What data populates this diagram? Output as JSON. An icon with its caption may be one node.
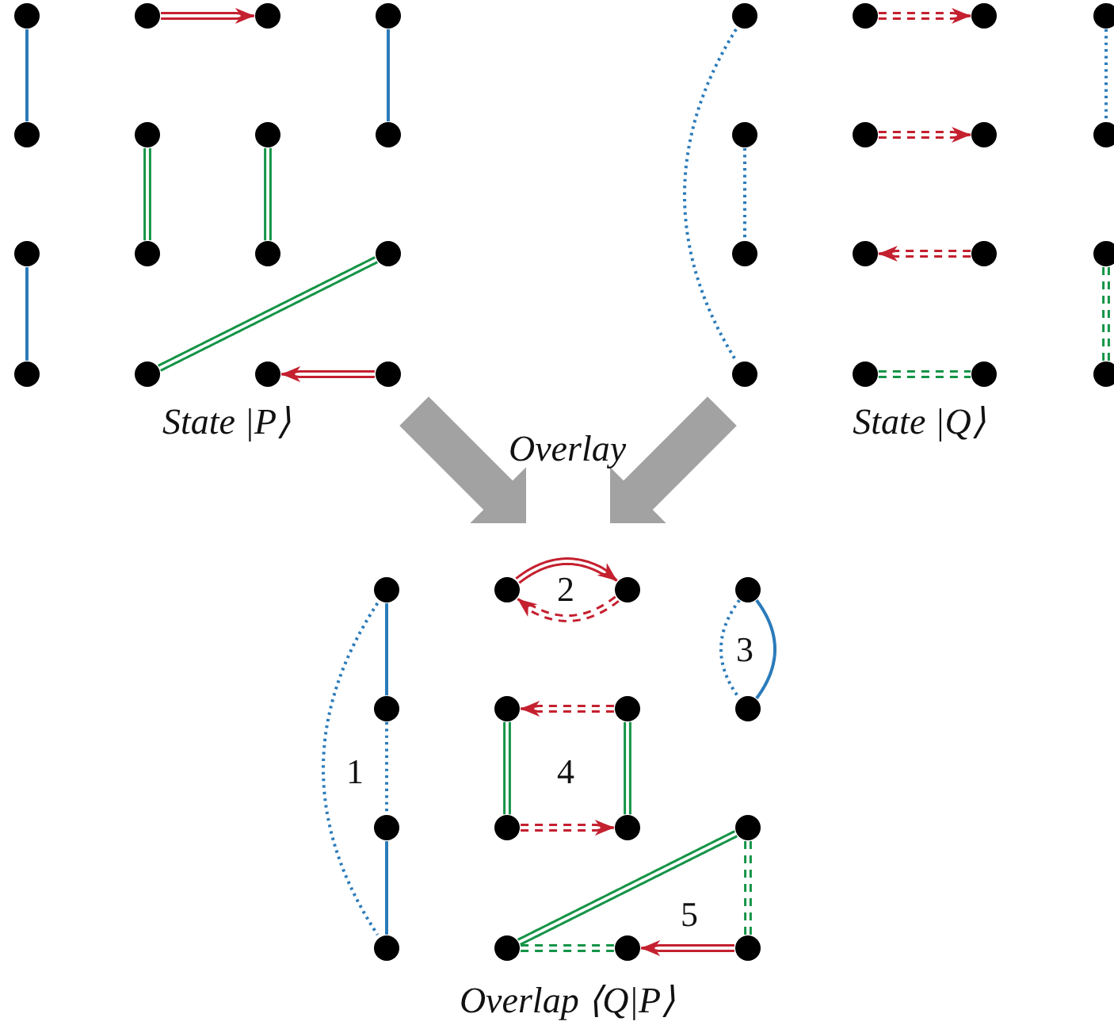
{
  "diagram": {
    "nodes": [
      {
        "text": [],
        "shape": "circle"
      },
      {
        "text": [],
        "shape": "circle"
      },
      {
        "text": [],
        "shape": "circle"
      },
      {
        "text": [],
        "shape": "circle"
      },
      {
        "text": [],
        "shape": "circle"
      },
      {
        "text": [],
        "shape": "circle"
      },
      {
        "text": [],
        "shape": "circle"
      },
      {
        "text": [],
        "shape": "circle"
      },
      {
        "text": [],
        "shape": "circle"
      },
      {
        "text": [],
        "shape": "circle"
      },
      {
        "text": [],
        "shape": "circle"
      },
      {
        "text": [],
        "shape": "circle"
      },
      {
        "text": [],
        "shape": "circle"
      },
      {
        "text": [],
        "shape": "circle"
      },
      {
        "text": [],
        "shape": "circle"
      },
      {
        "text": [],
        "shape": "circle"
      },
      {
        "text": [],
        "shape": "circle"
      },
      {
        "text": [],
        "shape": "circle"
      },
      {
        "text": [],
        "shape": "circle"
      },
      {
        "text": [],
        "shape": "circle"
      },
      {
        "text": [],
        "shape": "circle"
      },
      {
        "text": [],
        "shape": "circle"
      },
      {
        "text": [],
        "shape": "circle"
      },
      {
        "text": [],
        "shape": "circle"
      },
      {
        "text": [],
        "shape": "circle"
      },
      {
        "text": [],
        "shape": "circle"
      },
      {
        "text": [],
        "shape": "circle"
      },
      {
        "text": [],
        "shape": "circle"
      },
      {
        "text": [],
        "shape": "circle"
      },
      {
        "text": [],
        "shape": "circle"
      },
      {
        "text": [],
        "shape": "circle"
      },
      {
        "text": [],
        "shape": "circle"
      },
      {
        "text": [],
        "shape": "circle"
      },
      {
        "text": [],
        "shape": "circle"
      },
      {
        "text": [],
        "shape": "circle"
      },
      {
        "text": [],
        "shape": "circle"
      },
      {
        "text": [],
        "shape": "circle"
      },
      {
        "text": [],
        "shape": "circle"
      },
      {
        "text": [],
        "shape": "circle"
      },
      {
        "text": [],
        "shape": "circle"
      },
      {
        "text": [],
        "shape": "circle"
      },
      {
        "text": [],
        "shape": "circle"
      },
      {
        "text": [],
        "shape": "circle"
      },
      {
        "text": [],
        "shape": "circle"
      },
      {
        "text": [],
        "shape": "circle"
      },
      {
        "text": [],
        "shape": "circle"
      },
      {
        "text": [],
        "shape": "circle"
      },
      {
        "text": [],
        "shape": "circle"
      }
    ],
    "edges": [
      {
        "from": 0,
        "to": 4,
        "arrow": "none",
        "color": "#2b7bba"
      },
      {
        "from": 1,
        "to": 2,
        "arrow": "to",
        "color": "#c4202f"
      },
      {
        "from": 3,
        "to": 7,
        "arrow": "none",
        "color": "#2b7bba"
      },
      {
        "from": 5,
        "to": 9,
        "arrow": "none",
        "color": "#159447"
      },
      {
        "from": 6,
        "to": 10,
        "arrow": "none",
        "color": "#159447"
      },
      {
        "from": 8,
        "to": 12,
        "arrow": "none",
        "color": "#2b7bba"
      },
      {
        "from": 11,
        "to": 13,
        "arrow": "none",
        "color": "#159447"
      },
      {
        "from": 15,
        "to": 14,
        "arrow": "to",
        "color": "#c4202f"
      },
      {
        "from": 16,
        "to": 28,
        "arrow": "none",
        "style": "dashed",
        "color": "#2b7bba"
      },
      {
        "from": 17,
        "to": 18,
        "arrow": "to",
        "style": "dashed",
        "color": "#c4202f"
      },
      {
        "from": 19,
        "to": 23,
        "arrow": "none",
        "style": "dashed",
        "color": "#2b7bba"
      },
      {
        "from": 20,
        "to": 24,
        "arrow": "none",
        "style": "dashed",
        "color": "#2b7bba"
      },
      {
        "from": 21,
        "to": 22,
        "arrow": "to",
        "style": "dashed",
        "color": "#c4202f"
      },
      {
        "from": 26,
        "to": 25,
        "arrow": "to",
        "style": "dashed",
        "color": "#c4202f"
      },
      {
        "from": 27,
        "to": 31,
        "arrow": "none",
        "style": "dashed",
        "color": "#159447"
      },
      {
        "from": 29,
        "to": 30,
        "arrow": "none",
        "style": "dashed",
        "color": "#159447"
      },
      {
        "from": 32,
        "to": 36,
        "arrow": "none",
        "color": "#2b7bba"
      },
      {
        "from": 36,
        "to": 40,
        "arrow": "none",
        "style": "dashed",
        "color": "#2b7bba"
      },
      {
        "from": 40,
        "to": 44,
        "arrow": "none",
        "color": "#2b7bba"
      },
      {
        "from": 32,
        "to": 44,
        "arrow": "none",
        "style": "dashed",
        "color": "#2b7bba"
      },
      {
        "from": 33,
        "to": 34,
        "arrow": "to",
        "color": "#c4202f"
      },
      {
        "from": 34,
        "to": 33,
        "arrow": "to",
        "style": "dashed",
        "color": "#c4202f"
      },
      {
        "from": 35,
        "to": 39,
        "arrow": "none",
        "style": "dashed",
        "color": "#2b7bba"
      },
      {
        "from": 35,
        "to": 39,
        "arrow": "none",
        "color": "#2b7bba"
      },
      {
        "from": 38,
        "to": 37,
        "arrow": "to",
        "style": "dashed",
        "color": "#c4202f"
      },
      {
        "from": 37,
        "to": 41,
        "arrow": "none",
        "color": "#159447"
      },
      {
        "from": 38,
        "to": 42,
        "arrow": "none",
        "color": "#159447"
      },
      {
        "from": 41,
        "to": 42,
        "arrow": "to",
        "style": "dashed",
        "color": "#c4202f"
      },
      {
        "from": 43,
        "to": 45,
        "arrow": "none",
        "color": "#159447"
      },
      {
        "from": 43,
        "to": 47,
        "arrow": "none",
        "style": "dashed",
        "color": "#159447"
      },
      {
        "from": 45,
        "to": 46,
        "arrow": "none",
        "style": "dashed",
        "color": "#159447"
      },
      {
        "from": 47,
        "to": 46,
        "arrow": "to",
        "color": "#c4202f"
      }
    ],
    "labels": [
      "State |P⟩",
      "State |Q⟩",
      "Overlay",
      "2",
      "3",
      "1",
      "4",
      "5",
      "Overlap ⟨Q|P⟩"
    ]
  }
}
